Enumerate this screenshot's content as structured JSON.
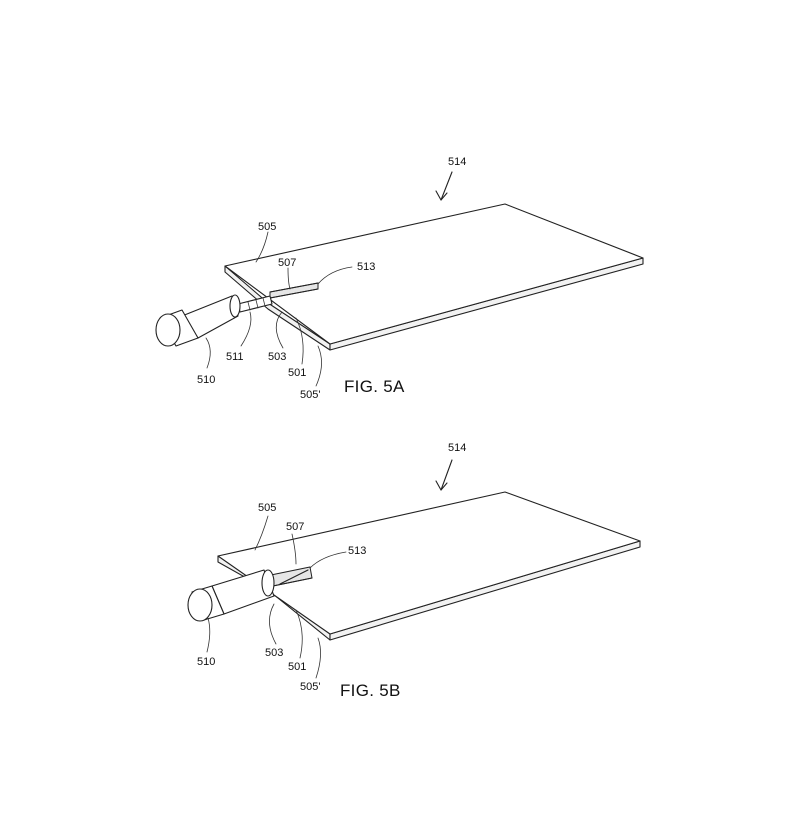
{
  "figures": [
    {
      "id": "5A",
      "caption": "FIG. 5A",
      "labels": {
        "assembly": "514",
        "plate_top": "505",
        "slot": "507",
        "insert": "513",
        "plug": "510",
        "tip": "511",
        "slot_edge": "503",
        "plate_bottom": "501",
        "plate_back": "505'"
      }
    },
    {
      "id": "5B",
      "caption": "FIG. 5B",
      "labels": {
        "assembly": "514",
        "plate_top": "505",
        "slot": "507",
        "insert": "513",
        "plug": "510",
        "slot_edge": "503",
        "plate_bottom": "501",
        "plate_back": "505'"
      }
    }
  ]
}
